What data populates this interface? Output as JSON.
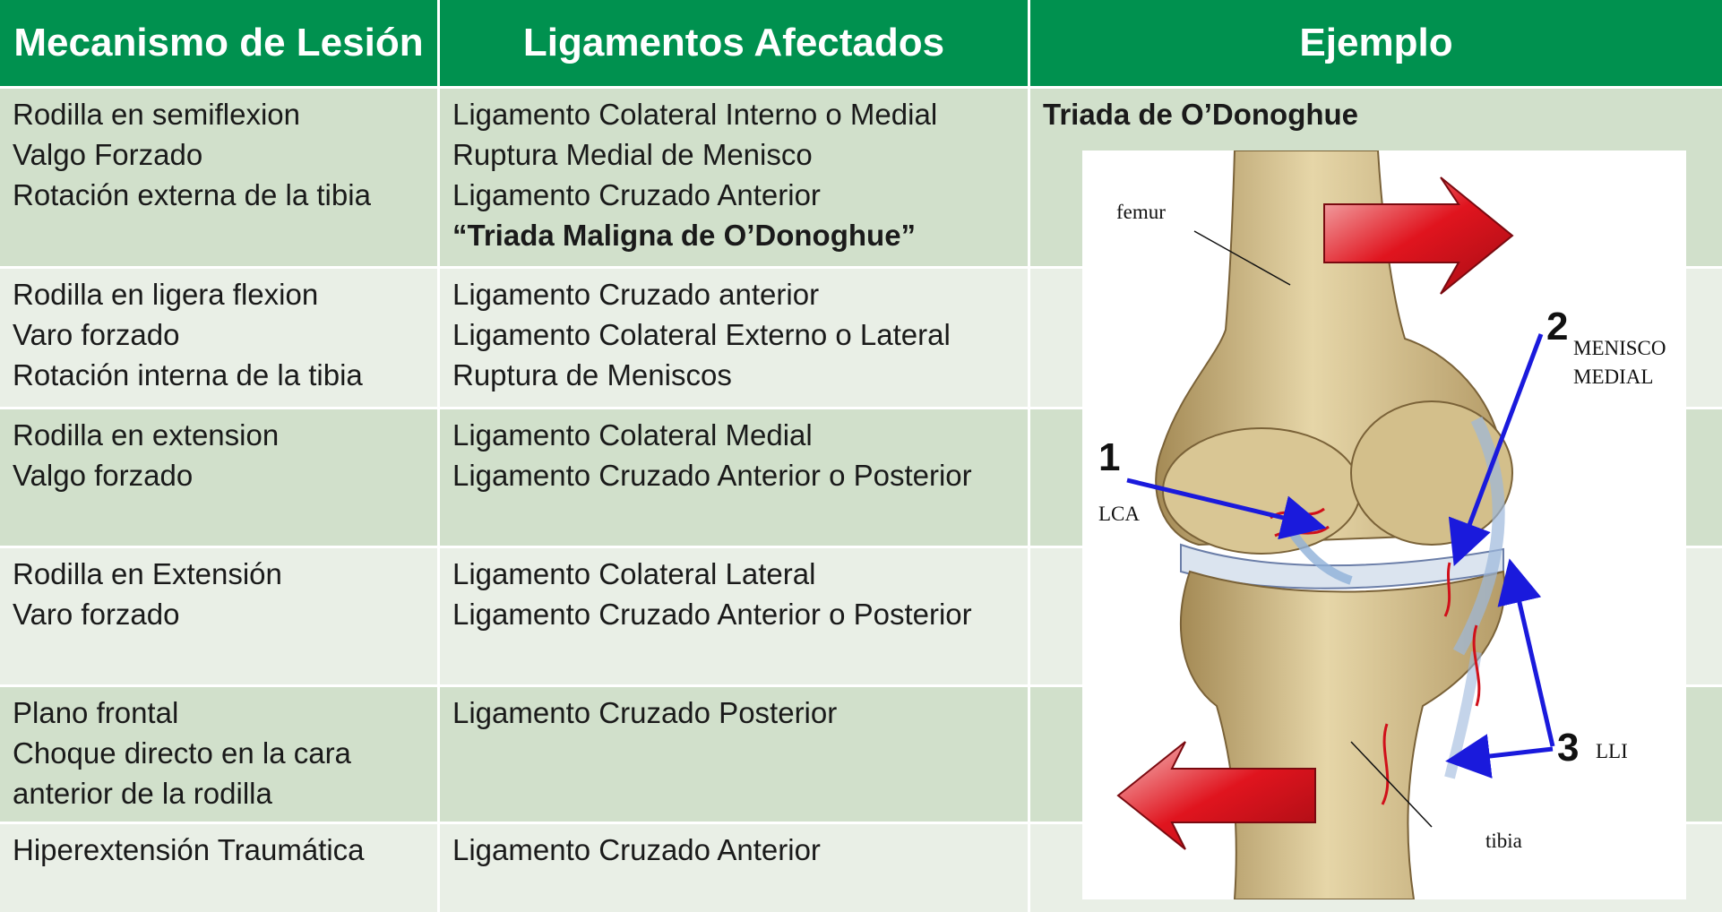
{
  "headers": {
    "mechanism": "Mecanismo de Lesión",
    "ligaments": "Ligamentos Afectados",
    "example": "Ejemplo"
  },
  "rows": [
    {
      "mechanism": [
        "Rodilla en semiflexion",
        "Valgo Forzado",
        "Rotación externa de la tibia"
      ],
      "ligaments": [
        "Ligamento Colateral Interno o Medial",
        "Ruptura Medial de Menisco",
        "Ligamento Cruzado Anterior"
      ],
      "ligaments_bold": "“Triada Maligna de O’Donoghue”"
    },
    {
      "mechanism": [
        "Rodilla en ligera flexion",
        "Varo forzado",
        "Rotación interna de la tibia"
      ],
      "ligaments": [
        "Ligamento Cruzado anterior",
        "Ligamento Colateral Externo o Lateral",
        "Ruptura de Meniscos"
      ]
    },
    {
      "mechanism": [
        "Rodilla en extension",
        "Valgo forzado"
      ],
      "ligaments": [
        "Ligamento Colateral Medial",
        "Ligamento Cruzado Anterior o Posterior"
      ]
    },
    {
      "mechanism": [
        "Rodilla en Extensión",
        "Varo forzado"
      ],
      "ligaments": [
        "Ligamento Colateral Lateral",
        "Ligamento Cruzado Anterior o Posterior"
      ]
    },
    {
      "mechanism": [
        "Plano frontal",
        "Choque directo en la cara",
        "anterior de la rodilla"
      ],
      "ligaments": [
        "Ligamento Cruzado Posterior"
      ]
    },
    {
      "mechanism": [
        "Hiperextensión Traumática"
      ],
      "ligaments": [
        "Ligamento Cruzado Anterior"
      ]
    }
  ],
  "example_title": "Triada de O’Donoghue",
  "figure": {
    "femur": "femur",
    "tibia": "tibia",
    "num1": "1",
    "lca": "LCA",
    "num2": "2",
    "menisco": "MENISCO",
    "medial": "MEDIAL",
    "num3": "3",
    "lli": "LLI"
  },
  "colors": {
    "header": "#00914f",
    "row_dark": "#d1e0cb",
    "row_light": "#e9efe6",
    "arrow_blue": "#1a1adc",
    "arrow_red": "#e0141e"
  }
}
